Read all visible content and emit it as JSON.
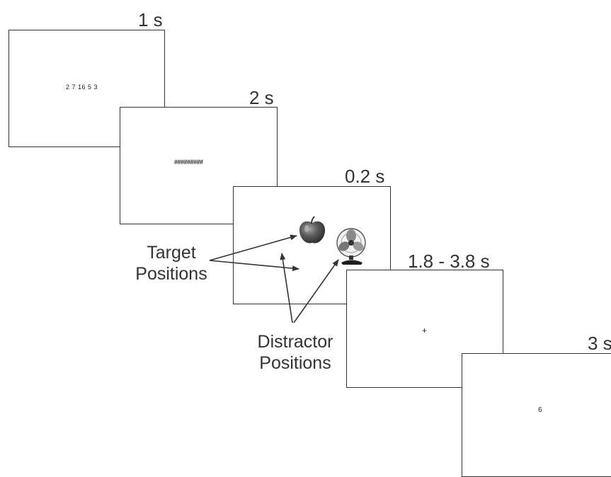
{
  "frames": [
    {
      "duration": "1 s",
      "content": "2 7 16 5 3"
    },
    {
      "duration": "2 s",
      "content": "#########"
    },
    {
      "duration": "0.2 s",
      "content": ""
    },
    {
      "duration": "1.8 - 3.8 s",
      "content": "+"
    },
    {
      "duration": "3 s",
      "content": "6"
    }
  ],
  "callouts": {
    "target_line1": "Target",
    "target_line2": "Positions",
    "distractor_line1": "Distractor",
    "distractor_line2": "Positions"
  },
  "images": [
    "apple-icon",
    "desk-fan-icon"
  ],
  "colors": {
    "frame_border": "#333333",
    "text": "#333333",
    "arrow": "#333333"
  }
}
